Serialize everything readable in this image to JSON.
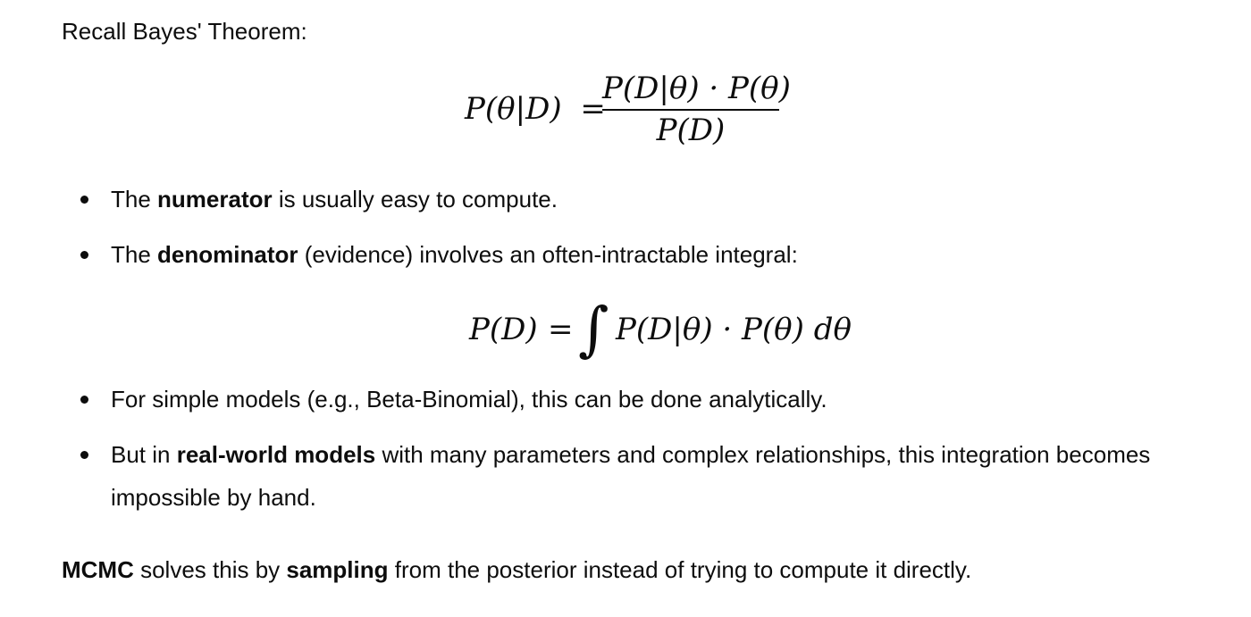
{
  "intro": {
    "text": "Recall Bayes' Theorem:"
  },
  "equation_bayes": {
    "lhs": "P(θ|D)",
    "equals": "=",
    "numerator": "P(D|θ) · P(θ)",
    "denominator": "P(D)"
  },
  "bullets": [
    {
      "pre": "The ",
      "bold": "numerator",
      "post": " is usually easy to compute."
    },
    {
      "pre": "The ",
      "bold": "denominator",
      "post": " (evidence) involves an often-intractable integral:"
    },
    {
      "text": "For simple models (e.g., Beta-Binomial), this can be done analytically."
    },
    {
      "pre": "But in ",
      "bold": "real-world models",
      "post": " with many parameters and complex relationships, this integration becomes impossible by hand."
    }
  ],
  "equation_evidence": {
    "lhs": "P(D)",
    "equals": "=",
    "integral": "∫",
    "integrand": "P(D|θ) · P(θ) dθ"
  },
  "closing": {
    "bold1": "MCMC",
    "mid": " solves this by ",
    "bold2": "sampling",
    "post": " from the posterior instead of trying to compute it directly."
  }
}
